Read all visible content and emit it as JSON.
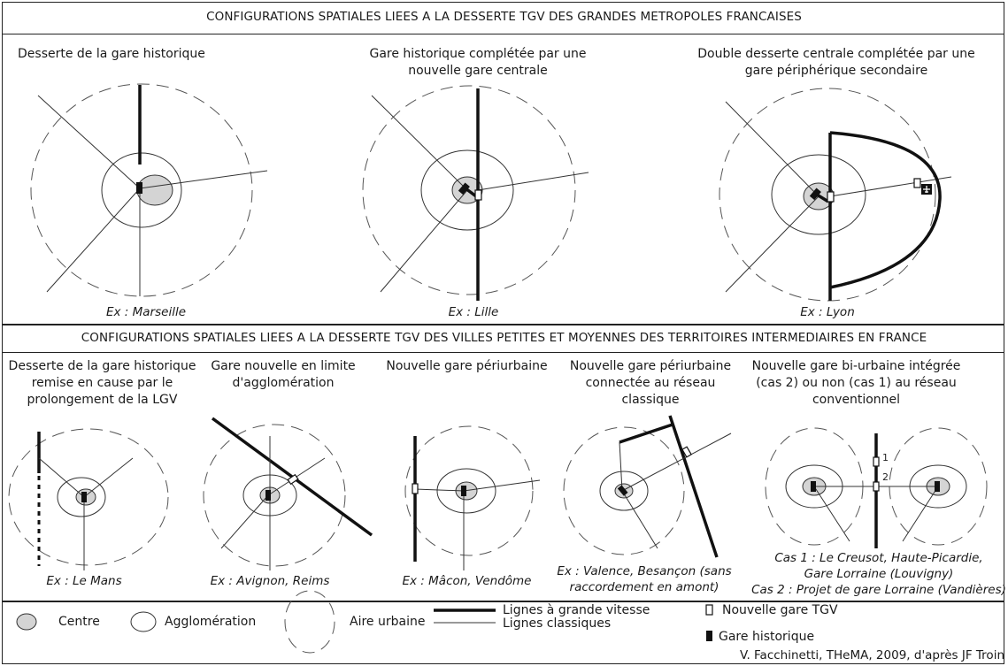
{
  "top_title": "CONFIGURATIONS SPATIALES LIEES A LA DESSERTE TGV DES GRANDES METROPOLES FRANCAISES",
  "bottom_title": "CONFIGURATIONS SPATIALES LIEES A LA DESSERTE TGV DES VILLES PETITES ET MOYENNES DES TERRITOIRES INTERMEDIAIRES EN FRANCE",
  "top_panels": [
    {
      "title": "Desserte de la gare historique",
      "example": "Ex : Marseille"
    },
    {
      "title": "Gare historique complétée par une nouvelle gare centrale",
      "example": "Ex : Lille"
    },
    {
      "title": "Double desserte centrale complétée par une gare périphérique secondaire",
      "example": "Ex : Lyon"
    }
  ],
  "bottom_panels": [
    {
      "title": "Desserte de la gare historique remise en cause par le prolongement de la LGV",
      "example": "Ex : Le Mans"
    },
    {
      "title": "Gare nouvelle en limite d'agglomération",
      "example": "Ex : Avignon, Reims"
    },
    {
      "title": "Nouvelle gare périurbaine",
      "example": "Ex : Mâcon, Vendôme"
    },
    {
      "title": "Nouvelle gare périurbaine connectée au réseau classique",
      "example": "Ex : Valence, Besançon (sans raccordement en amont)"
    },
    {
      "title": "Nouvelle gare bi-urbaine intégrée (cas 2) ou non (cas 1) au réseau conventionnel",
      "example_lines": [
        "Cas 1 : Le Creusot, Haute-Picardie,",
        "Gare Lorraine (Louvigny)",
        "Cas 2 : Projet de gare Lorraine (Vandières)"
      ]
    }
  ],
  "marker_labels": [
    "1",
    "2"
  ],
  "legend": {
    "centre": "Centre",
    "agglomeration": "Agglomération",
    "aire_urbaine": "Aire urbaine",
    "lgv": "Lignes à grande vitesse",
    "classiques": "Lignes classiques",
    "nouvelle_gare": "Nouvelle gare TGV",
    "gare_historique": "Gare historique"
  },
  "credit": "V. Facchinetti, THeMA, 2009, d'après JF Troin"
}
